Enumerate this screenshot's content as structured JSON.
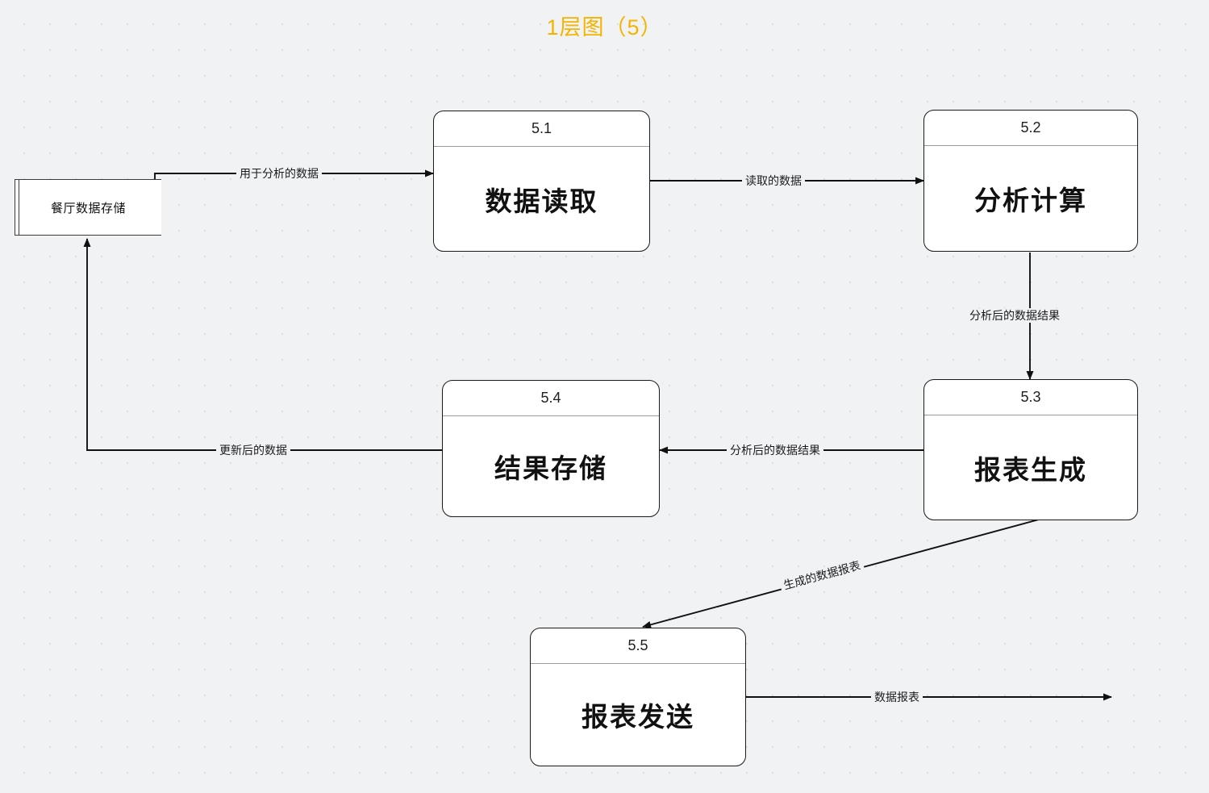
{
  "diagram": {
    "title": "1层图（5）",
    "title_color": "#f5b400",
    "background_color": "#f1f2f4",
    "type": "data-flow-diagram"
  },
  "data_stores": [
    {
      "id": "ds1",
      "label": "餐厅数据存储"
    }
  ],
  "processes": [
    {
      "id": "5.1",
      "label": "数据读取"
    },
    {
      "id": "5.2",
      "label": "分析计算"
    },
    {
      "id": "5.3",
      "label": "报表生成"
    },
    {
      "id": "5.4",
      "label": "结果存储"
    },
    {
      "id": "5.5",
      "label": "报表发送"
    }
  ],
  "flows": [
    {
      "key": "f1",
      "label": "用于分析的数据",
      "from": "餐厅数据存储",
      "to": "5.1"
    },
    {
      "key": "f2",
      "label": "读取的数据",
      "from": "5.1",
      "to": "5.2"
    },
    {
      "key": "f3",
      "label": "分析后的数据结果",
      "from": "5.2",
      "to": "5.3"
    },
    {
      "key": "f4",
      "label": "分析后的数据结果",
      "from": "5.3",
      "to": "5.4"
    },
    {
      "key": "f5",
      "label": "更新后的数据",
      "from": "5.4",
      "to": "餐厅数据存储"
    },
    {
      "key": "f6",
      "label": "生成的数据报表",
      "from": "5.3",
      "to": "5.5"
    },
    {
      "key": "f7",
      "label": "数据报表",
      "from": "5.5",
      "to": ""
    }
  ]
}
